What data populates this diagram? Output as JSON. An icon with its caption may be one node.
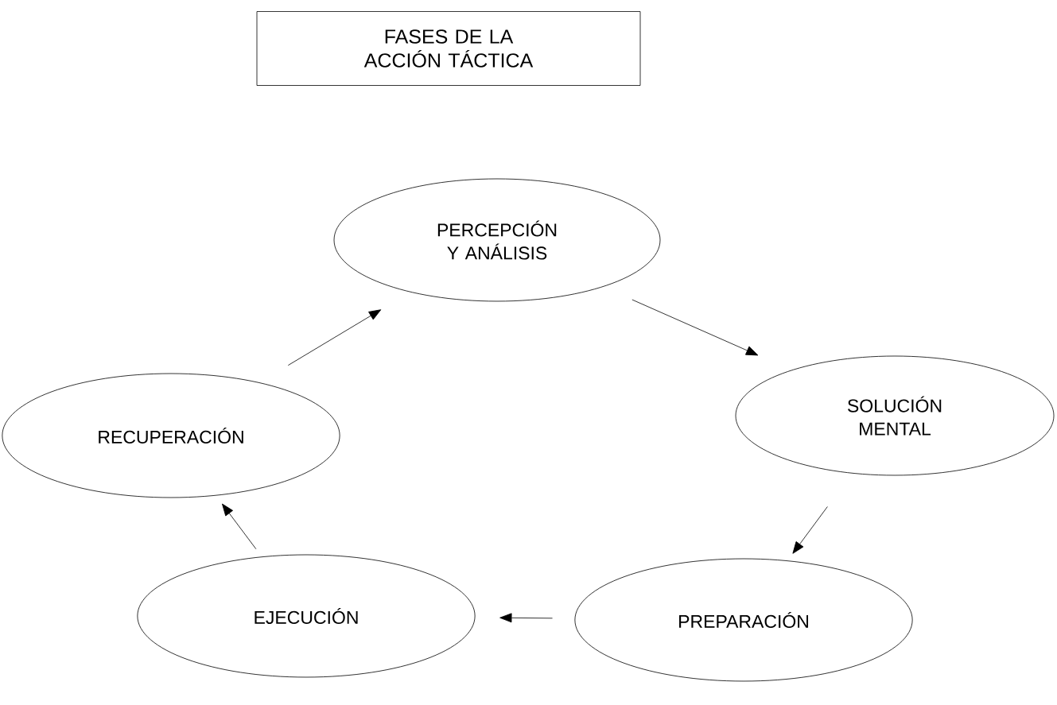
{
  "diagram": {
    "nodes": [
      {
        "text": [
          "FASES DE LA ACCIÓN TÁCTICA"
        ]
      },
      {
        "text": [
          "PERCEPCIÓN Y ANÁLISIS"
        ]
      },
      {
        "text": [
          "SOLUCIÓN MENTAL"
        ]
      },
      {
        "text": [
          "PREPARACIÓN"
        ]
      },
      {
        "text": [
          "EJECUCIÓN"
        ]
      },
      {
        "text": [
          "RECUPERACIÓN"
        ]
      }
    ],
    "edges": [
      {
        "from": 1,
        "to": 2,
        "arrow": "to"
      },
      {
        "from": 2,
        "to": 3,
        "arrow": "to"
      },
      {
        "from": 3,
        "to": 4,
        "arrow": "to"
      },
      {
        "from": 4,
        "to": 5,
        "arrow": "to"
      },
      {
        "from": 5,
        "to": 1,
        "arrow": "to"
      }
    ]
  }
}
